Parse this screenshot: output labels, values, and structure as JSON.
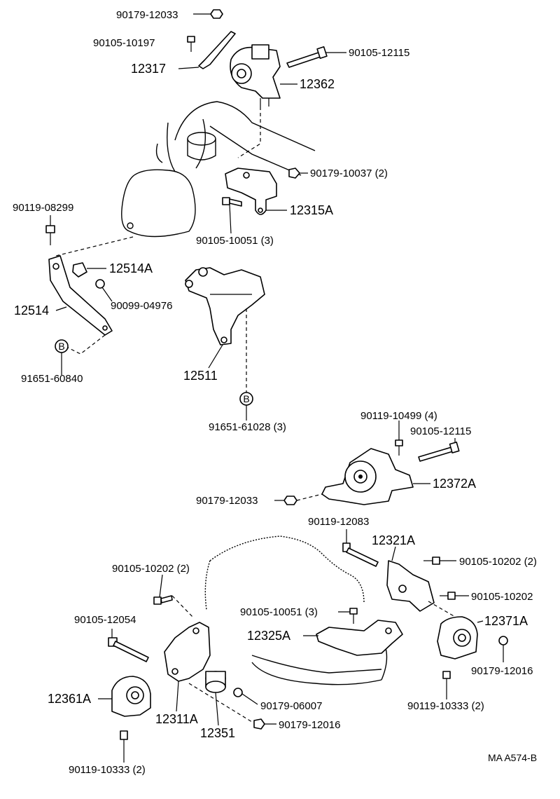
{
  "labels": {
    "p90179_12033_top": "90179-12033",
    "p90105_10197": "90105-10197",
    "p90105_12115_top": "90105-12115",
    "p12317": "12317",
    "p12362": "12362",
    "p90179_10037": "90179-10037 (2)",
    "p90119_08299": "90119-08299",
    "p12315A": "12315A",
    "p90105_10051_top": "90105-10051 (3)",
    "p12514A": "12514A",
    "p90099_04976": "90099-04976",
    "p12514": "12514",
    "p91651_60840": "91651-60840",
    "p12511": "12511",
    "p91651_61028": "91651-61028 (3)",
    "p90119_10499": "90119-10499 (4)",
    "p90105_12115_mid": "90105-12115",
    "p12372A": "12372A",
    "p90179_12033_mid": "90179-12033",
    "p90119_12083": "90119-12083",
    "p12321A": "12321A",
    "p90105_10202_a": "90105-10202 (2)",
    "p90105_10202_b": "90105-10202 (2)",
    "p90105_10202_c": "90105-10202",
    "p90105_10051_low": "90105-10051 (3)",
    "p90105_12054": "90105-12054",
    "p12371A": "12371A",
    "p12325A": "12325A",
    "p90179_12016_r": "90179-12016",
    "p12361A": "12361A",
    "p90179_06007": "90179-06007",
    "p90119_10333_r": "90119-10333 (2)",
    "p12311A": "12311A",
    "p90179_12016_l": "90179-12016",
    "p12351": "12351",
    "p90119_10333_l": "90119-10333 (2)",
    "ref_code": "MA A574-B"
  },
  "markers": {
    "b1": "B",
    "b2": "B"
  }
}
